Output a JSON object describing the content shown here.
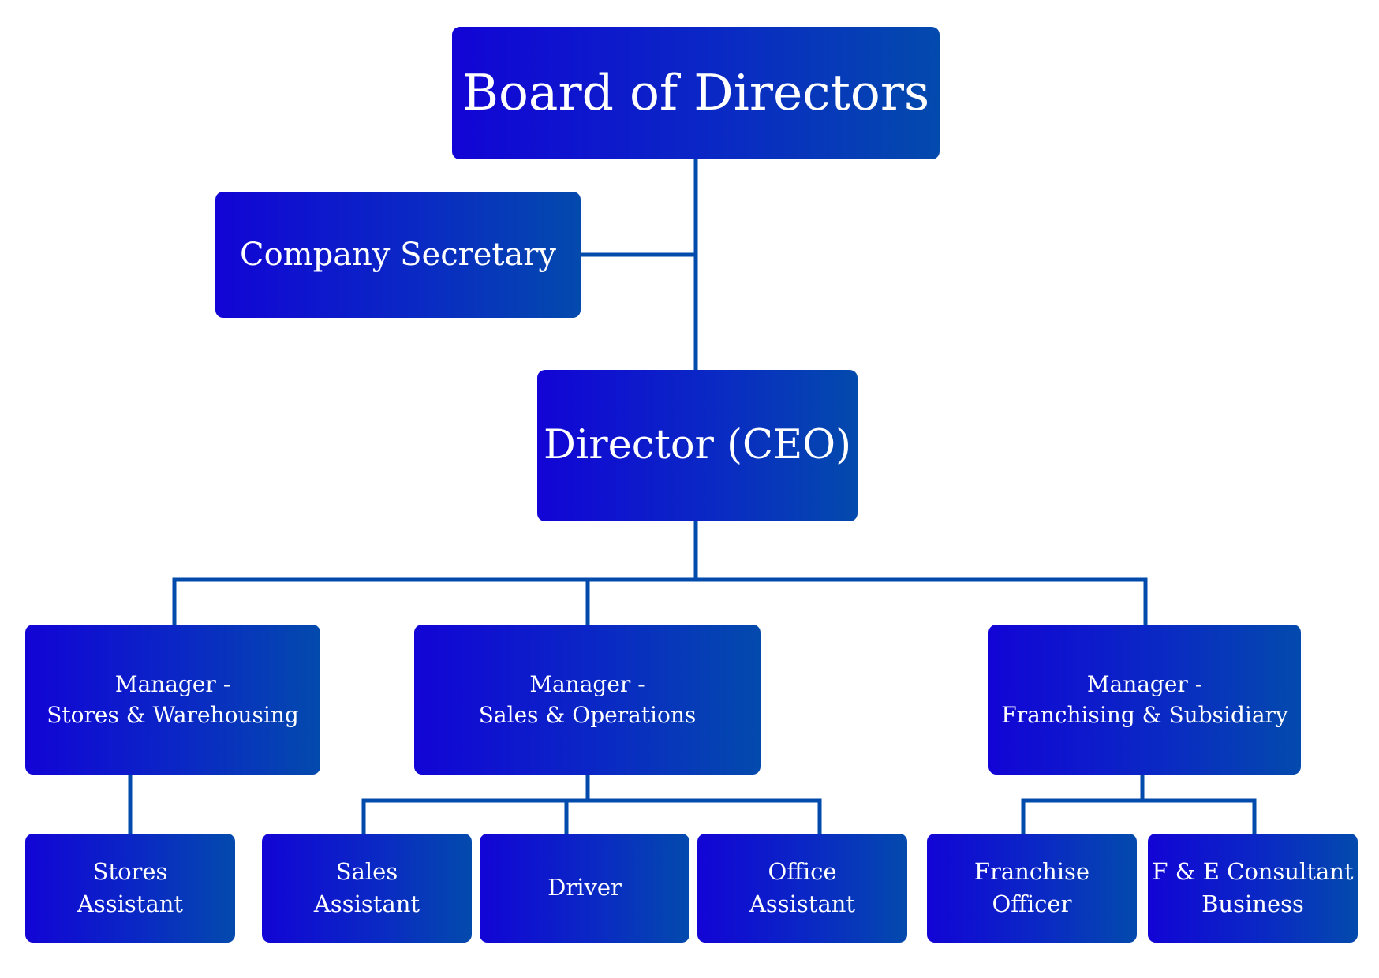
{
  "org_chart": {
    "board": {
      "lines": [
        "Board of Directors"
      ]
    },
    "secretary": {
      "lines": [
        "Company Secretary"
      ]
    },
    "ceo": {
      "lines": [
        "Director (CEO)"
      ]
    },
    "managers": [
      {
        "lines": [
          "Manager -",
          "Stores & Warehousing"
        ]
      },
      {
        "lines": [
          "Manager -",
          "Sales & Operations"
        ]
      },
      {
        "lines": [
          "Manager -",
          "Franchising & Subsidiary"
        ]
      }
    ],
    "staff": [
      {
        "lines": [
          "Stores",
          "Assistant"
        ]
      },
      {
        "lines": [
          "Sales",
          "Assistant"
        ]
      },
      {
        "lines": [
          "Driver"
        ]
      },
      {
        "lines": [
          "Office",
          "Assistant"
        ]
      },
      {
        "lines": [
          "Franchise",
          "Officer"
        ]
      },
      {
        "lines": [
          "F & E Consultant",
          "Business"
        ]
      }
    ],
    "colors": {
      "box_gradient_start": "#1204d6",
      "box_gradient_end": "#034aad",
      "connector": "#034aad",
      "text": "#ffffff"
    }
  }
}
